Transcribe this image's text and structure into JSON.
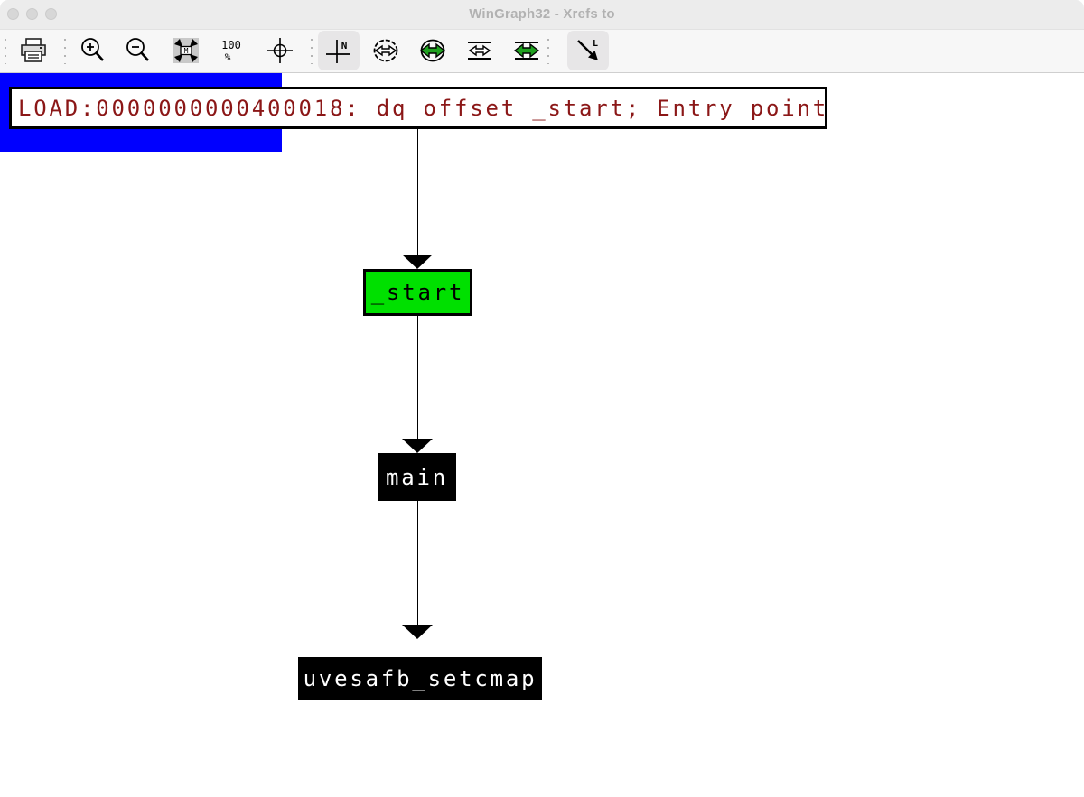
{
  "window": {
    "title": "WinGraph32 - Xrefs to",
    "traffic_lights": [
      "close",
      "minimize",
      "maximize"
    ],
    "state": "inactive"
  },
  "toolbar": {
    "buttons": [
      {
        "name": "print",
        "pressed": false
      },
      {
        "name": "zoom-in",
        "pressed": false
      },
      {
        "name": "zoom-out",
        "pressed": false
      },
      {
        "name": "fit-window",
        "pressed": false
      },
      {
        "name": "zoom-100",
        "pressed": false
      },
      {
        "name": "center-origin",
        "pressed": false
      },
      {
        "name": "layout-normal",
        "pressed": true
      },
      {
        "name": "decrease-node-distance",
        "pressed": false
      },
      {
        "name": "increase-node-distance",
        "pressed": false
      },
      {
        "name": "decrease-row-distance",
        "pressed": false
      },
      {
        "name": "increase-row-distance",
        "pressed": false
      },
      {
        "name": "follow-link",
        "pressed": true
      }
    ],
    "fit_letter": "M",
    "zoom_value": "100",
    "percent_sign": "%",
    "layout_letter": "N",
    "link_letter": "L"
  },
  "graph": {
    "nodes": [
      {
        "id": "entry-point",
        "label": "LOAD:0000000000400018: dq offset _start; Entry point",
        "bg": "#ffffff",
        "text_color": "#8b1717",
        "border": "#000000"
      },
      {
        "id": "start",
        "label": "_start",
        "bg": "#00e000",
        "text_color": "#000000",
        "border": "#000000"
      },
      {
        "id": "main",
        "label": "main",
        "bg": "#000000",
        "text_color": "#ffffff",
        "border": "#000000"
      },
      {
        "id": "uvesafb-setcmap",
        "label": "uvesafb_setcmap",
        "bg": "#000000",
        "text_color": "#ffffff",
        "selection_frame": "#0000ff"
      }
    ],
    "edges": [
      {
        "from": "entry-point",
        "to": "start"
      },
      {
        "from": "start",
        "to": "main"
      },
      {
        "from": "main",
        "to": "uvesafb-setcmap"
      }
    ]
  },
  "colors": {
    "node_green": "#00e000",
    "selection_frame_blue": "#0000ff",
    "entry_text_red": "#8b1717",
    "canvas": "#ffffff",
    "titlebar": "#ececec",
    "toolbar": "#f7f7f7",
    "pressed_button": "#e7e6e7"
  }
}
